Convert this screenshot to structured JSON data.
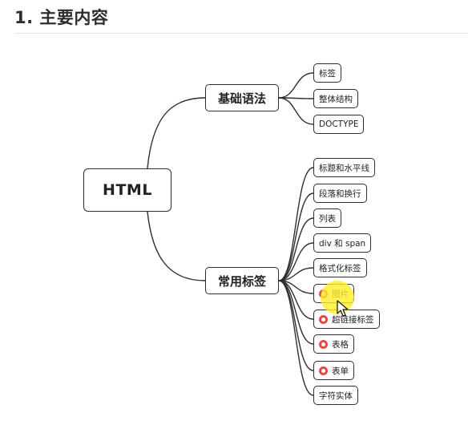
{
  "heading": "1. 主要内容",
  "mindmap": {
    "root": "HTML",
    "branches": [
      {
        "label": "基础语法",
        "leaves": [
          {
            "label": "标签",
            "pin": false
          },
          {
            "label": "整体结构",
            "pin": false
          },
          {
            "label": "DOCTYPE",
            "pin": false
          }
        ]
      },
      {
        "label": "常用标签",
        "leaves": [
          {
            "label": "标题和水平线",
            "pin": false
          },
          {
            "label": "段落和换行",
            "pin": false
          },
          {
            "label": "列表",
            "pin": false
          },
          {
            "label": "div 和 span",
            "pin": false
          },
          {
            "label": "格式化标签",
            "pin": false
          },
          {
            "label": "图片",
            "pin": true
          },
          {
            "label": "超链接标签",
            "pin": true
          },
          {
            "label": "表格",
            "pin": true
          },
          {
            "label": "表单",
            "pin": true
          },
          {
            "label": "字符实体",
            "pin": false
          }
        ]
      }
    ]
  },
  "colors": {
    "line": "#2f2f2f",
    "pin": "#e34b3c",
    "highlight": "#ffee28"
  }
}
